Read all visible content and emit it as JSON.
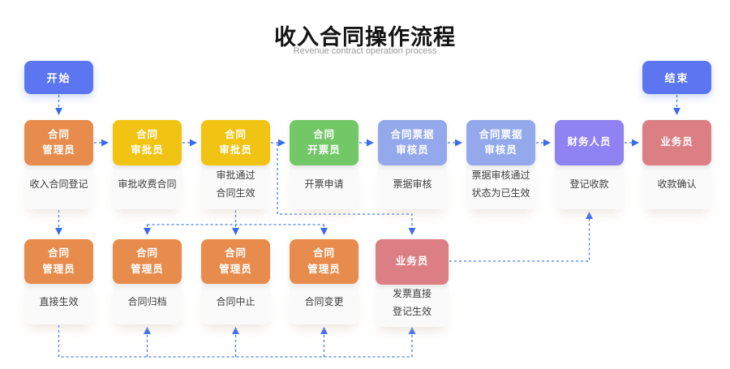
{
  "title": "收入合同操作流程",
  "subtitle": "Revenue contract operation process",
  "terminals": {
    "start": "开始",
    "end": "结束"
  },
  "colors": {
    "terminal_blue": "#5B76F0",
    "orange": "#E78C4D",
    "yellow": "#F1C312",
    "green": "#72C767",
    "periwinkle": "#93A9EB",
    "purple": "#8F82F2",
    "pink": "#DC7F84",
    "card_bg": "#FAFAFB",
    "line": "#4A7CF0",
    "arrow": "#3A6AF0",
    "title_text": "#141414",
    "subtitle_text": "#9B9B9B"
  },
  "row1": [
    {
      "role": "合同\n管理员",
      "color": "orange",
      "action": "收入合同登记"
    },
    {
      "role": "合同\n审批员",
      "color": "yellow",
      "action": "审批收费合同"
    },
    {
      "role": "合同\n审批员",
      "color": "yellow",
      "action": "审批通过\n合同生效"
    },
    {
      "role": "合同\n开票员",
      "color": "green",
      "action": "开票申请"
    },
    {
      "role": "合同票据\n审核员",
      "color": "periwinkle",
      "action": "票据审核"
    },
    {
      "role": "合同票据\n审核员",
      "color": "periwinkle",
      "action": "票据审核通过\n状态为已生效"
    },
    {
      "role": "财务人员",
      "color": "purple",
      "action": "登记收款"
    },
    {
      "role": "业务员",
      "color": "pink",
      "action": "收款确认"
    }
  ],
  "row2": [
    {
      "role": "合同\n管理员",
      "color": "orange",
      "action": "直接生效"
    },
    {
      "role": "合同\n管理员",
      "color": "orange",
      "action": "合同归档"
    },
    {
      "role": "合同\n管理员",
      "color": "orange",
      "action": "合同中止"
    },
    {
      "role": "合同\n管理员",
      "color": "orange",
      "action": "合同变更"
    },
    {
      "role": "业务员",
      "color": "pink",
      "action": "发票直接\n登记生效"
    }
  ]
}
